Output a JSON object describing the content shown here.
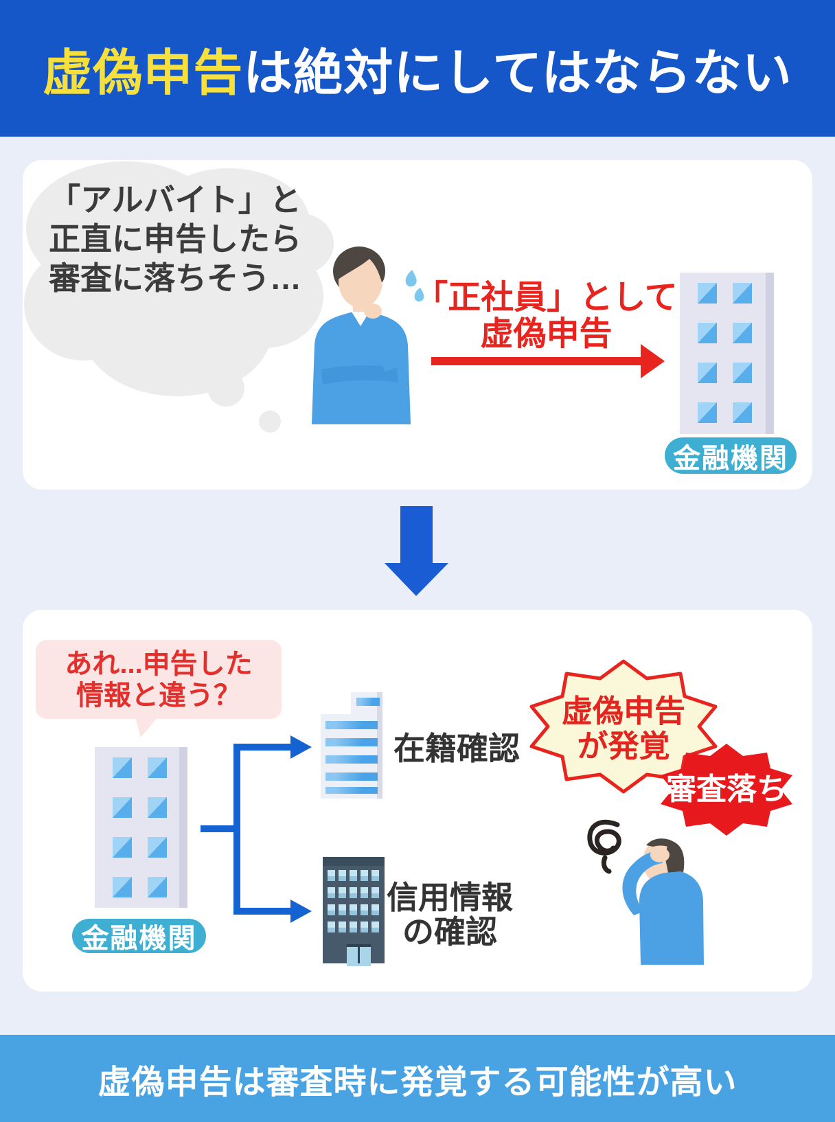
{
  "header": {
    "title_highlight": "虚偽申告",
    "title_rest": "は絶対にしてはならない"
  },
  "scene1": {
    "thought_line1": "「アルバイト」と",
    "thought_line2": "正直に申告したら",
    "thought_line3": "審査に落ちそう…",
    "action_line1": "「正社員」として",
    "action_line2": "虚偽申告",
    "bank_label": "金融機関"
  },
  "scene2": {
    "bubble_line1": "あれ...申告した",
    "bubble_line2": "情報と違う？",
    "bank_label": "金融機関",
    "check_enrollment": "在籍確認",
    "check_credit_line1": "信用情報",
    "check_credit_line2": "の確認",
    "burst_discovery_line1": "虚偽申告",
    "burst_discovery_line2": "が発覚",
    "burst_rejection": "審査落ち"
  },
  "footer": {
    "message": "虚偽申告は審査時に発覚する可能性が高い"
  },
  "colors": {
    "header_bg": "#1557c9",
    "title_highlight": "#f7e03c",
    "accent_red": "#e8241f",
    "badge_teal": "#3eafd3",
    "connector_blue": "#1563d2",
    "down_arrow_blue": "#1a5cd3",
    "footer_bg": "#49a2e2",
    "cloud_gray": "#ececec",
    "bubble_pink": "#fbe5e5",
    "burst_yellow_fill": "#fbf7d9",
    "burst_red_fill": "#e8191d",
    "person_blue": "#4ba1e3",
    "dark_building": "#465a6c"
  }
}
